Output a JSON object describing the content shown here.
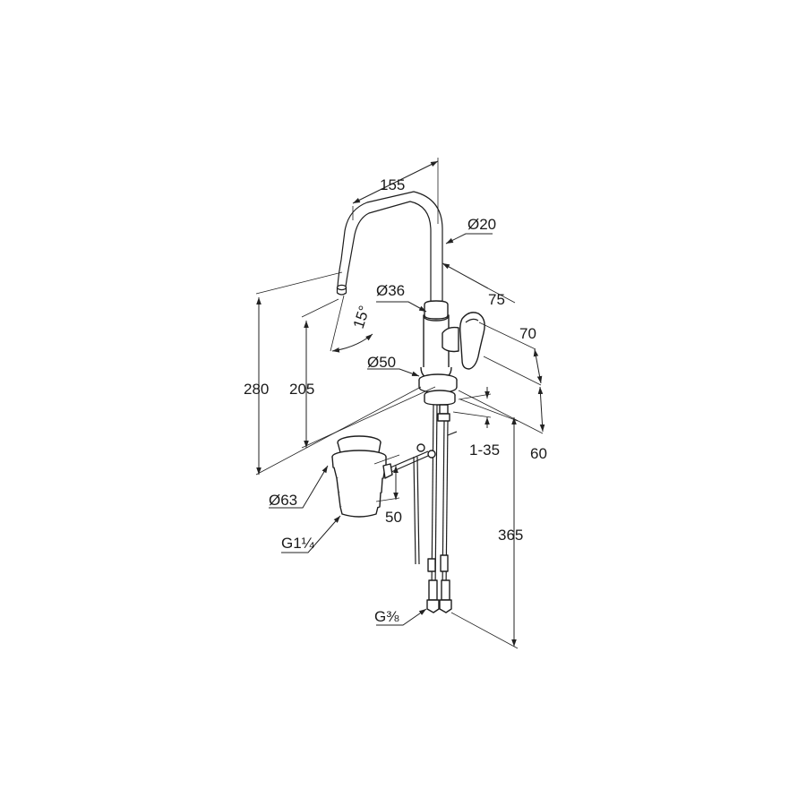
{
  "dimensions": {
    "d155": "155",
    "d20": "Ø20",
    "d36": "Ø36",
    "d75": "75",
    "d70": "70",
    "d15": "15°",
    "d50dia": "Ø50",
    "d280": "280",
    "d205": "205",
    "d1_35": "1-35",
    "d60": "60",
    "d63": "Ø63",
    "d50": "50",
    "d365": "365",
    "g114": "G1¼",
    "g38": "G⅜"
  }
}
